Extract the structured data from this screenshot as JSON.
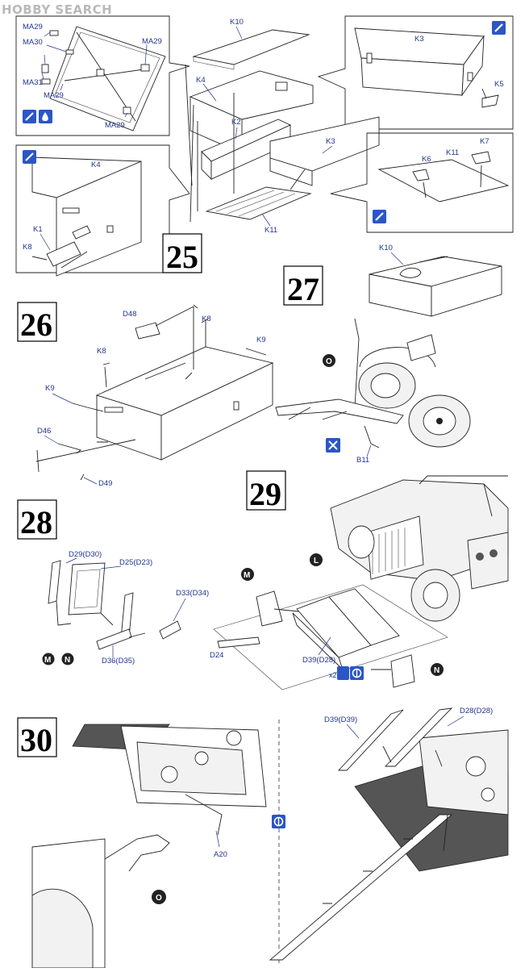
{
  "watermark": "HOBBY SEARCH",
  "steps": {
    "s25": "25",
    "s26": "26",
    "s27": "27",
    "s28": "28",
    "s29": "29",
    "s30": "30"
  },
  "labels": {
    "MA29a": "MA29",
    "MA30": "MA30",
    "MA29b": "MA29",
    "MA31": "MA31",
    "MA29c": "MA29",
    "MA29d": "MA29",
    "K10a": "K10",
    "K4a": "K4",
    "K2": "K2",
    "K3a": "K3",
    "K11a": "K11",
    "K3b": "K3",
    "K5": "K5",
    "K6": "K6",
    "K11b": "K11",
    "K7": "K7",
    "K4b": "K4",
    "K1": "K1",
    "K8a": "K8",
    "D48": "D48",
    "K8b": "K8",
    "K9a": "K9",
    "K8c": "K8",
    "K9b": "K9",
    "D46": "D46",
    "D49": "D49",
    "K10b": "K10",
    "B11": "B11",
    "D29": "D29(D30)",
    "D25": "D25(D23)",
    "D33": "D33(D34)",
    "D36": "D36(D35)",
    "D24": "D24",
    "D39a": "D39(D28)",
    "A20": "A20",
    "D39b": "D39(D39)",
    "D28": "D28(D28)"
  },
  "callouts": {
    "O1": "O",
    "L": "L",
    "M1": "M",
    "N1": "N",
    "M2": "M",
    "N2": "N",
    "O2": "O"
  },
  "qty": "x2",
  "icons": [
    "paint-icon",
    "cement-icon",
    "paint-icon",
    "paint-icon",
    "paint-icon",
    "decal-icon",
    "symmetry-icon",
    "symmetry-icon"
  ]
}
